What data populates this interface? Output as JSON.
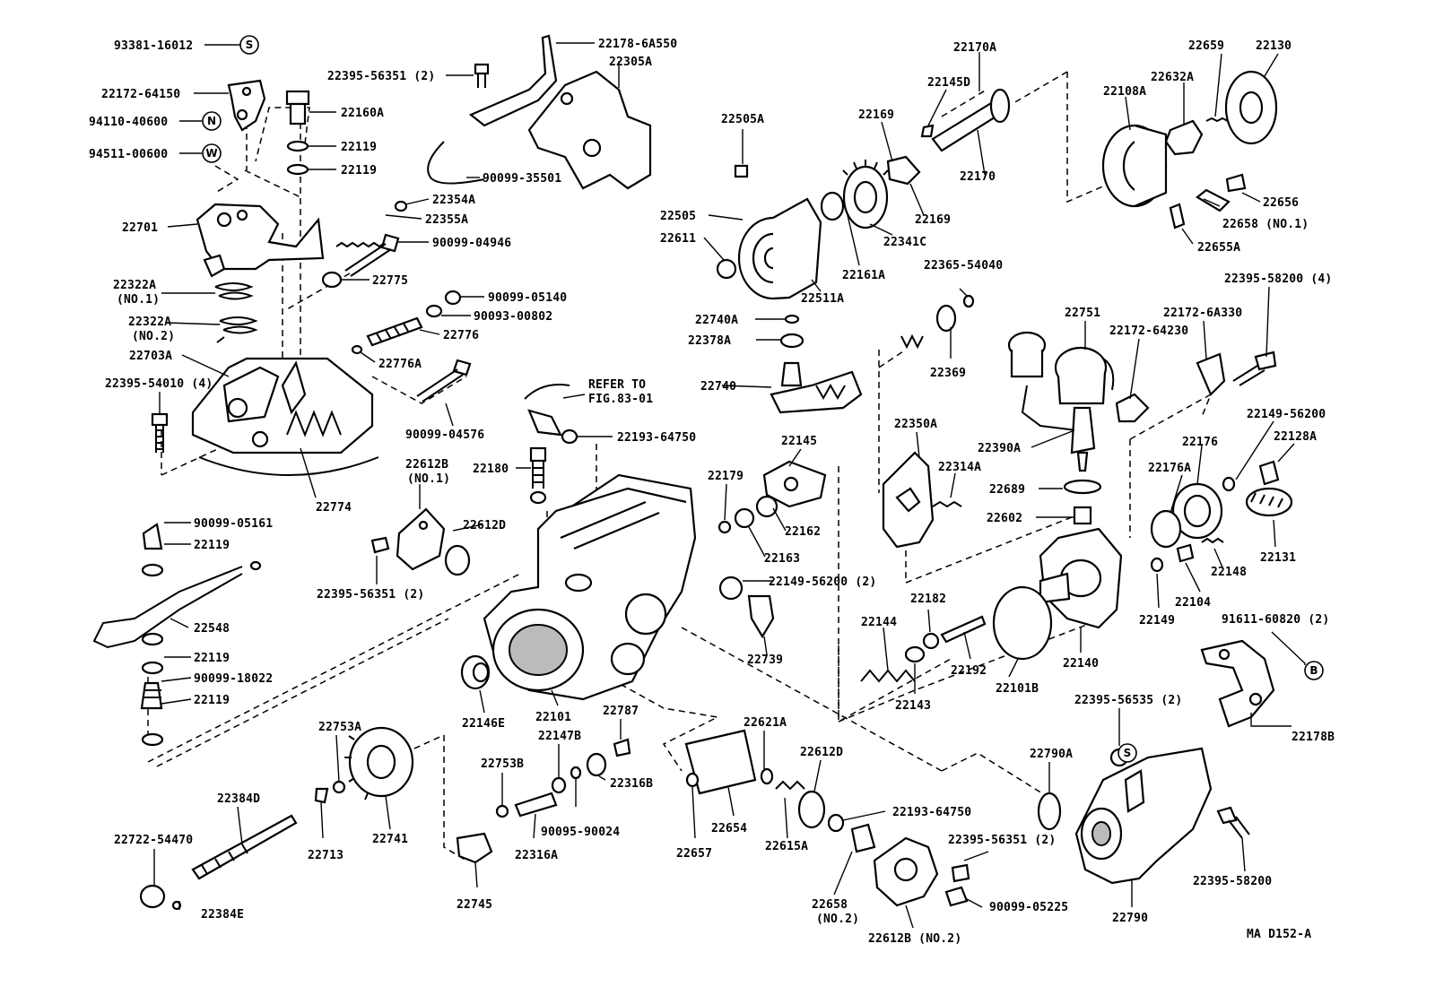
{
  "figure_code": "MA D152-A",
  "refer_note": [
    "REFER TO",
    "FIG.83-01"
  ],
  "labels": [
    {
      "id": "p93381-16012",
      "text": "93381-16012"
    },
    {
      "id": "p22172-64150",
      "text": "22172-64150"
    },
    {
      "id": "p94110-40600",
      "text": "94110-40600"
    },
    {
      "id": "p94511-00600",
      "text": "94511-00600"
    },
    {
      "id": "p22701",
      "text": "22701"
    },
    {
      "id": "p22322A-1",
      "text": "22322A"
    },
    {
      "id": "p22322A-1b",
      "text": "(NO.1)"
    },
    {
      "id": "p22322A-2",
      "text": "22322A"
    },
    {
      "id": "p22322A-2b",
      "text": "(NO.2)"
    },
    {
      "id": "p22703A",
      "text": "22703A"
    },
    {
      "id": "p22395-54010",
      "text": "22395-54010 (4)"
    },
    {
      "id": "p22774",
      "text": "22774"
    },
    {
      "id": "p22395-56351a",
      "text": "22395-56351 (2)"
    },
    {
      "id": "p22178-6A550",
      "text": "22178-6A550"
    },
    {
      "id": "p22305A",
      "text": "22305A"
    },
    {
      "id": "p22160A",
      "text": "22160A"
    },
    {
      "id": "p22119a",
      "text": "22119"
    },
    {
      "id": "p22119b",
      "text": "22119"
    },
    {
      "id": "p90099-35501",
      "text": "90099-35501"
    },
    {
      "id": "p22354A",
      "text": "22354A"
    },
    {
      "id": "p22355A",
      "text": "22355A"
    },
    {
      "id": "p90099-04946",
      "text": "90099-04946"
    },
    {
      "id": "p22775",
      "text": "22775"
    },
    {
      "id": "p90099-05140",
      "text": "90099-05140"
    },
    {
      "id": "p90093-00802",
      "text": "90093-00802"
    },
    {
      "id": "p22776",
      "text": "22776"
    },
    {
      "id": "p22776A",
      "text": "22776A"
    },
    {
      "id": "p90099-04576",
      "text": "90099-04576"
    },
    {
      "id": "p22193-64750a",
      "text": "22193-64750"
    },
    {
      "id": "p22612B-1",
      "text": "22612B"
    },
    {
      "id": "p22612B-1b",
      "text": "(NO.1)"
    },
    {
      "id": "p22180",
      "text": "22180"
    },
    {
      "id": "p22612D-a",
      "text": "22612D"
    },
    {
      "id": "p22395-56351b",
      "text": "22395-56351 (2)"
    },
    {
      "id": "p90099-05161",
      "text": "90099-05161"
    },
    {
      "id": "p22119c",
      "text": "22119"
    },
    {
      "id": "p22548",
      "text": "22548"
    },
    {
      "id": "p22119d",
      "text": "22119"
    },
    {
      "id": "p90099-18022",
      "text": "90099-18022"
    },
    {
      "id": "p22119e",
      "text": "22119"
    },
    {
      "id": "p22505A",
      "text": "22505A"
    },
    {
      "id": "p22505",
      "text": "22505"
    },
    {
      "id": "p22611",
      "text": "22611"
    },
    {
      "id": "p22511A",
      "text": "22511A"
    },
    {
      "id": "p22161A",
      "text": "22161A"
    },
    {
      "id": "p22169a",
      "text": "22169"
    },
    {
      "id": "p22169b",
      "text": "22169"
    },
    {
      "id": "p22341C",
      "text": "22341C"
    },
    {
      "id": "p22145D",
      "text": "22145D"
    },
    {
      "id": "p22170A",
      "text": "22170A"
    },
    {
      "id": "p22170",
      "text": "22170"
    },
    {
      "id": "p22108A",
      "text": "22108A"
    },
    {
      "id": "p22632A",
      "text": "22632A"
    },
    {
      "id": "p22659",
      "text": "22659"
    },
    {
      "id": "p22130",
      "text": "22130"
    },
    {
      "id": "p22656",
      "text": "22656"
    },
    {
      "id": "p22658-1",
      "text": "22658 (NO.1)"
    },
    {
      "id": "p22655A",
      "text": "22655A"
    },
    {
      "id": "p22365-54040",
      "text": "22365-54040"
    },
    {
      "id": "p22740A",
      "text": "22740A"
    },
    {
      "id": "p22378A",
      "text": "22378A"
    },
    {
      "id": "p22740",
      "text": "22740"
    },
    {
      "id": "p22369",
      "text": "22369"
    },
    {
      "id": "p22145",
      "text": "22145"
    },
    {
      "id": "p22179",
      "text": "22179"
    },
    {
      "id": "p22162",
      "text": "22162"
    },
    {
      "id": "p22163",
      "text": "22163"
    },
    {
      "id": "p22149-56200a",
      "text": "22149-56200 (2)"
    },
    {
      "id": "p22739",
      "text": "22739"
    },
    {
      "id": "p22350A",
      "text": "22350A"
    },
    {
      "id": "p22314A",
      "text": "22314A"
    },
    {
      "id": "p22751",
      "text": "22751"
    },
    {
      "id": "p22172-64230",
      "text": "22172-64230"
    },
    {
      "id": "p22172-6A330",
      "text": "22172-6A330"
    },
    {
      "id": "p22395-58200-4",
      "text": "22395-58200 (4)"
    },
    {
      "id": "p22390A",
      "text": "22390A"
    },
    {
      "id": "p22689",
      "text": "22689"
    },
    {
      "id": "p22602",
      "text": "22602"
    },
    {
      "id": "p22176",
      "text": "22176"
    },
    {
      "id": "p22149-56200b",
      "text": "22149-56200"
    },
    {
      "id": "p22128A",
      "text": "22128A"
    },
    {
      "id": "p22176A",
      "text": "22176A"
    },
    {
      "id": "p22148",
      "text": "22148"
    },
    {
      "id": "p22131",
      "text": "22131"
    },
    {
      "id": "p22104",
      "text": "22104"
    },
    {
      "id": "p22149",
      "text": "22149"
    },
    {
      "id": "p91611-60820",
      "text": "91611-60820 (2)"
    },
    {
      "id": "p22178B",
      "text": "22178B"
    },
    {
      "id": "p22144",
      "text": "22144"
    },
    {
      "id": "p22182",
      "text": "22182"
    },
    {
      "id": "p22143",
      "text": "22143"
    },
    {
      "id": "p22192",
      "text": "22192"
    },
    {
      "id": "p22101B",
      "text": "22101B"
    },
    {
      "id": "p22140",
      "text": "22140"
    },
    {
      "id": "p22146E",
      "text": "22146E"
    },
    {
      "id": "p22101",
      "text": "22101"
    },
    {
      "id": "p22753A",
      "text": "22753A"
    },
    {
      "id": "p22384D",
      "text": "22384D"
    },
    {
      "id": "p22722-54470",
      "text": "22722-54470"
    },
    {
      "id": "p22384E",
      "text": "22384E"
    },
    {
      "id": "p22713",
      "text": "22713"
    },
    {
      "id": "p22741",
      "text": "22741"
    },
    {
      "id": "p22787",
      "text": "22787"
    },
    {
      "id": "p22147B",
      "text": "22147B"
    },
    {
      "id": "p22753B",
      "text": "22753B"
    },
    {
      "id": "p22316B",
      "text": "22316B"
    },
    {
      "id": "p90095-90024",
      "text": "90095-90024"
    },
    {
      "id": "p22316A",
      "text": "22316A"
    },
    {
      "id": "p22745",
      "text": "22745"
    },
    {
      "id": "p22621A",
      "text": "22621A"
    },
    {
      "id": "p22657",
      "text": "22657"
    },
    {
      "id": "p22654",
      "text": "22654"
    },
    {
      "id": "p22615A",
      "text": "22615A"
    },
    {
      "id": "p22612D-b",
      "text": "22612D"
    },
    {
      "id": "p22193-64750b",
      "text": "22193-64750"
    },
    {
      "id": "p22658-2",
      "text": "22658"
    },
    {
      "id": "p22658-2b",
      "text": "(NO.2)"
    },
    {
      "id": "p22612B-2",
      "text": "22612B (NO.2)"
    },
    {
      "id": "p22395-56351c",
      "text": "22395-56351 (2)"
    },
    {
      "id": "p90099-05225",
      "text": "90099-05225"
    },
    {
      "id": "p22790A",
      "text": "22790A"
    },
    {
      "id": "p22395-56535",
      "text": "22395-56535 (2)"
    },
    {
      "id": "p22790",
      "text": "22790"
    },
    {
      "id": "p22395-58200",
      "text": "22395-58200"
    }
  ],
  "symbols": [
    {
      "id": "s1",
      "text": "S"
    },
    {
      "id": "s2",
      "text": "N"
    },
    {
      "id": "s3",
      "text": "W"
    },
    {
      "id": "s4",
      "text": "B"
    },
    {
      "id": "s5",
      "text": "S"
    }
  ]
}
